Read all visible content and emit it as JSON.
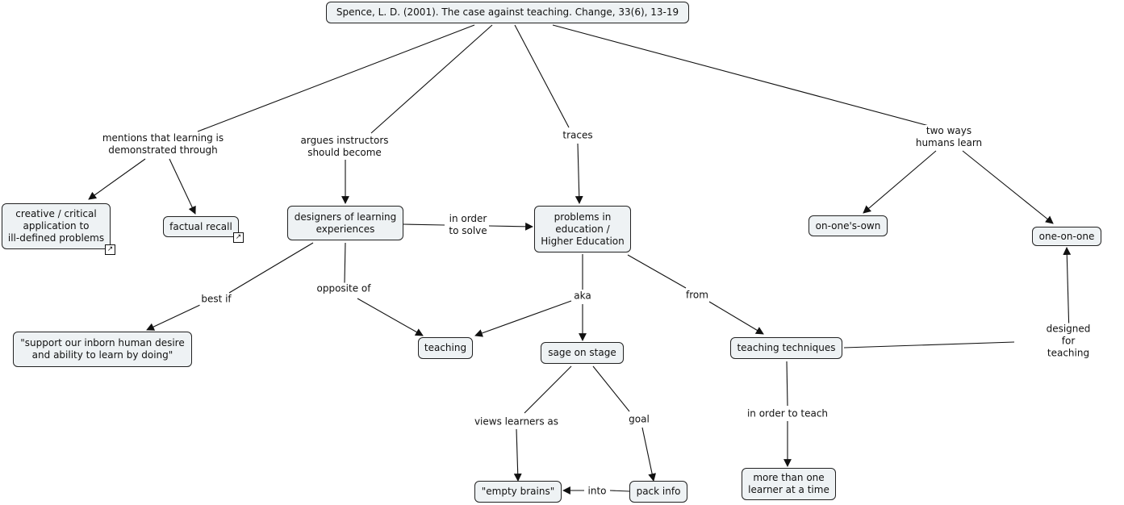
{
  "nodes": {
    "root": "Spence, L. D. (2001). The case against teaching. Change, 33(6), 13-19",
    "creative": "creative / critical\napplication to\nill-defined problems",
    "factual": "factual recall",
    "designers": "designers of learning\nexperiences",
    "problems": "problems in\neducation /\nHigher Education",
    "onesown": "on-one's-own",
    "oneonone": "one-on-one",
    "support": "\"support our inborn human desire\nand ability to learn by doing\"",
    "teaching": "teaching",
    "sage": "sage on stage",
    "techniques": "teaching techniques",
    "empty": "\"empty brains\"",
    "pack": "pack info",
    "morethan": "more than one\nlearner at a time"
  },
  "labels": {
    "mentions": "mentions that learning is\ndemonstrated through",
    "argues": "argues instructors\nshould become",
    "traces": "traces",
    "twoways": "two ways\nhumans learn",
    "inorder_solve": "in order\nto solve",
    "bestif": "best if",
    "opposite": "opposite of",
    "aka": "aka",
    "from": "from",
    "designed": "designed for teaching",
    "views": "views learners as",
    "goal": "goal",
    "into": "into",
    "inorder_teach": "in order to teach"
  },
  "icons": {
    "creative_link": "external-link-icon",
    "factual_link": "external-link-icon"
  }
}
